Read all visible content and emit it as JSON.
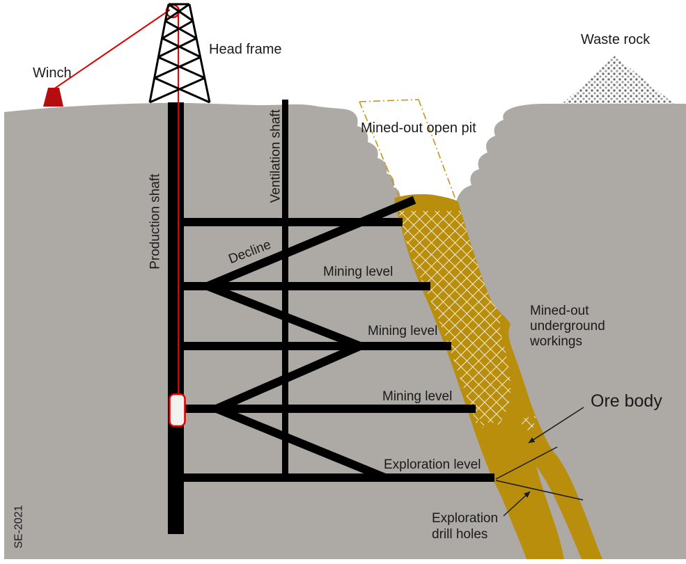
{
  "labels": {
    "winch": "Winch",
    "head_frame": "Head frame",
    "production_shaft": "Production shaft",
    "ventilation_shaft": "Ventilation shaft",
    "decline": "Decline",
    "mining_level": "Mining level",
    "exploration_level": "Exploration level",
    "mined_out_open_pit": "Mined-out open pit",
    "waste_rock": "Waste rock",
    "mined_out_underground_workings": {
      "lines": [
        "Mined-out",
        "underground",
        "workings"
      ]
    },
    "ore_body": "Ore body",
    "exploration_drill_holes": {
      "lines": [
        "Exploration",
        "drill holes"
      ]
    },
    "watermark": "SE-2021"
  },
  "colors": {
    "ground_gray": "#ADA9A5",
    "ore_gold": "#B98E0C",
    "hatch_line_white": "#F3EEDF",
    "cable_red": "#E00000",
    "winch_red": "#B50D0D",
    "structure_black": "#000000",
    "pit_outline_gold": "#C79511",
    "text": "#1A1A1A",
    "background": "#FFFFFF"
  }
}
